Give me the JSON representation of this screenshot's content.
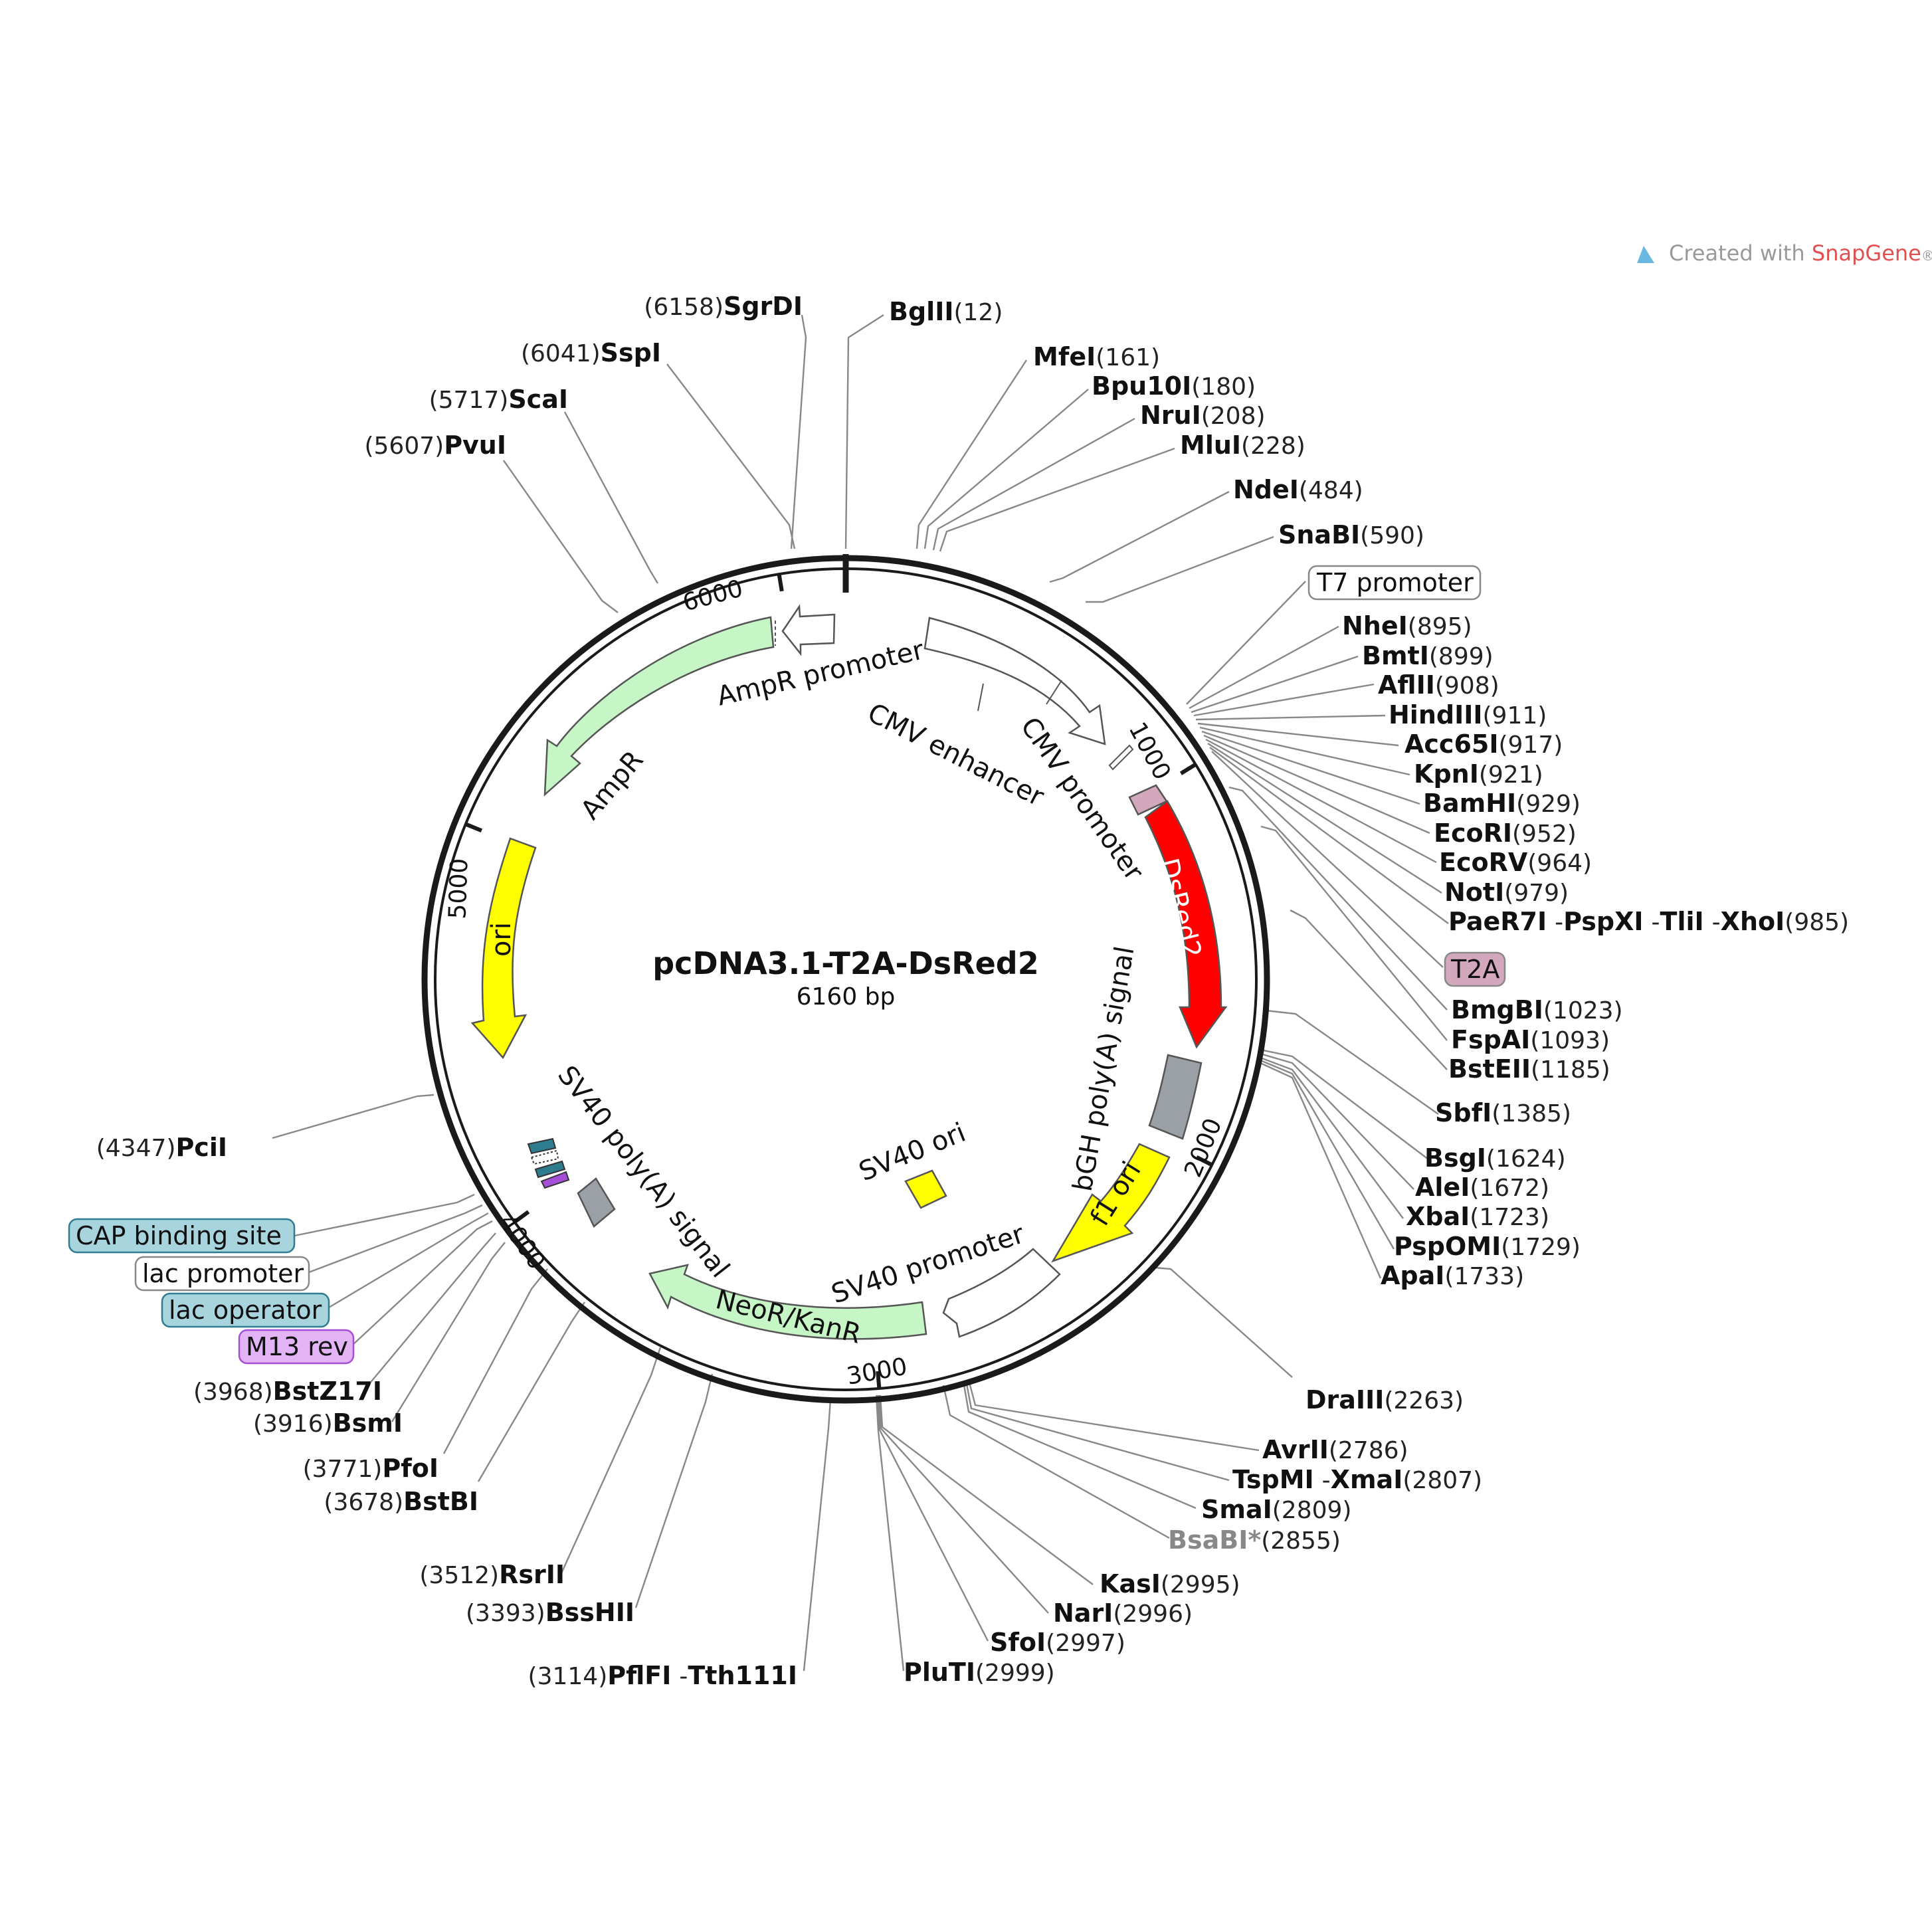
{
  "plasmid": {
    "name": "pcDNA3.1-T2A-DsRed2",
    "size_label": "6160 bp",
    "length": 6160
  },
  "watermark": {
    "prefix": "Created with ",
    "brand": "SnapGene",
    "mark": "®"
  },
  "colors": {
    "amp": "#c6f5c6",
    "ori": "#ffff00",
    "dsred": "#ff0000",
    "neo": "#c6f5c6",
    "grey": "#9aa0a6",
    "t2a": "#d4a8bc",
    "cap": "#a8d4de",
    "lac_operator": "#a8d4de",
    "m13": "#e2b3f5",
    "sv40ori": "#ffff00",
    "snapgene_red": "#e05050",
    "snapgene_blue": "#6ab8e0"
  },
  "ticks": [
    {
      "pos": 1000,
      "label": "1000"
    },
    {
      "pos": 2000,
      "label": "2000"
    },
    {
      "pos": 3000,
      "label": "3000"
    },
    {
      "pos": 4000,
      "label": "4000"
    },
    {
      "pos": 5000,
      "label": "5000"
    },
    {
      "pos": 6000,
      "label": "6000"
    }
  ],
  "features": [
    {
      "name": "AmpR promoter",
      "type": "promoter",
      "label": "AmpR promoter"
    },
    {
      "name": "AmpR",
      "type": "cds",
      "label": "AmpR"
    },
    {
      "name": "ori",
      "type": "rep_origin",
      "label": "ori"
    },
    {
      "name": "CMV enhancer",
      "type": "enhancer",
      "label": "CMV enhancer"
    },
    {
      "name": "CMV promoter",
      "type": "promoter",
      "label": "CMV promoter"
    },
    {
      "name": "DsRed2",
      "type": "cds",
      "label": "DsRed2"
    },
    {
      "name": "bGH poly(A) signal",
      "type": "polyA",
      "label": "bGH poly(A) signal"
    },
    {
      "name": "f1 ori",
      "type": "rep_origin",
      "label": "f1 ori"
    },
    {
      "name": "SV40 promoter",
      "type": "promoter",
      "label": "SV40 promoter"
    },
    {
      "name": "NeoR/KanR",
      "type": "cds",
      "label": "NeoR/KanR"
    },
    {
      "name": "SV40 poly(A) signal",
      "type": "polyA",
      "label": "SV40 poly(A) signal"
    },
    {
      "name": "SV40 ori",
      "type": "rep_origin",
      "label": "SV40 ori"
    }
  ],
  "badges": [
    {
      "name": "T7 promoter",
      "label": "T7 promoter"
    },
    {
      "name": "T2A",
      "label": "T2A"
    },
    {
      "name": "CAP binding site",
      "label": "CAP binding site"
    },
    {
      "name": "lac promoter",
      "label": "lac promoter"
    },
    {
      "name": "lac operator",
      "label": "lac operator"
    },
    {
      "name": "M13 rev",
      "label": "M13 rev"
    }
  ],
  "enzymes": [
    {
      "names": [
        "BglII"
      ],
      "position": 12
    },
    {
      "names": [
        "MfeI"
      ],
      "position": 161
    },
    {
      "names": [
        "Bpu10I"
      ],
      "position": 180
    },
    {
      "names": [
        "NruI"
      ],
      "position": 208
    },
    {
      "names": [
        "MluI"
      ],
      "position": 228
    },
    {
      "names": [
        "NdeI"
      ],
      "position": 484
    },
    {
      "names": [
        "SnaBI"
      ],
      "position": 590
    },
    {
      "names": [
        "NheI"
      ],
      "position": 895
    },
    {
      "names": [
        "BmtI"
      ],
      "position": 899
    },
    {
      "names": [
        "AflII"
      ],
      "position": 908
    },
    {
      "names": [
        "HindIII"
      ],
      "position": 911
    },
    {
      "names": [
        "Acc65I"
      ],
      "position": 917
    },
    {
      "names": [
        "KpnI"
      ],
      "position": 921
    },
    {
      "names": [
        "BamHI"
      ],
      "position": 929
    },
    {
      "names": [
        "EcoRI"
      ],
      "position": 952
    },
    {
      "names": [
        "EcoRV"
      ],
      "position": 964
    },
    {
      "names": [
        "NotI"
      ],
      "position": 979
    },
    {
      "names": [
        "PaeR7I",
        "PspXI",
        "TliI",
        "XhoI"
      ],
      "position": 985
    },
    {
      "names": [
        "BmgBI"
      ],
      "position": 1023
    },
    {
      "names": [
        "FspAI"
      ],
      "position": 1093
    },
    {
      "names": [
        "BstEII"
      ],
      "position": 1185
    },
    {
      "names": [
        "SbfI"
      ],
      "position": 1385
    },
    {
      "names": [
        "BsgI"
      ],
      "position": 1624
    },
    {
      "names": [
        "AleI"
      ],
      "position": 1672
    },
    {
      "names": [
        "XbaI"
      ],
      "position": 1723
    },
    {
      "names": [
        "PspOMI"
      ],
      "position": 1729
    },
    {
      "names": [
        "ApaI"
      ],
      "position": 1733
    },
    {
      "names": [
        "DraIII"
      ],
      "position": 2263
    },
    {
      "names": [
        "AvrII"
      ],
      "position": 2786
    },
    {
      "names": [
        "TspMI",
        "XmaI"
      ],
      "position": 2807
    },
    {
      "names": [
        "SmaI"
      ],
      "position": 2809
    },
    {
      "names": [
        "BsaBI*"
      ],
      "position": 2855,
      "dimmed": true
    },
    {
      "names": [
        "KasI"
      ],
      "position": 2995
    },
    {
      "names": [
        "NarI"
      ],
      "position": 2996
    },
    {
      "names": [
        "SfoI"
      ],
      "position": 2997
    },
    {
      "names": [
        "PluTI"
      ],
      "position": 2999
    },
    {
      "names": [
        "PflFI",
        "Tth111I"
      ],
      "position": 3114
    },
    {
      "names": [
        "BssHII"
      ],
      "position": 3393
    },
    {
      "names": [
        "RsrII"
      ],
      "position": 3512
    },
    {
      "names": [
        "BstBI"
      ],
      "position": 3678
    },
    {
      "names": [
        "PfoI"
      ],
      "position": 3771
    },
    {
      "names": [
        "BsmI"
      ],
      "position": 3916
    },
    {
      "names": [
        "BstZ17I"
      ],
      "position": 3968
    },
    {
      "names": [
        "PciI"
      ],
      "position": 4347
    },
    {
      "names": [
        "PvuI"
      ],
      "position": 5607
    },
    {
      "names": [
        "ScaI"
      ],
      "position": 5717
    },
    {
      "names": [
        "SspI"
      ],
      "position": 6041
    },
    {
      "names": [
        "SgrDI"
      ],
      "position": 6158
    }
  ]
}
